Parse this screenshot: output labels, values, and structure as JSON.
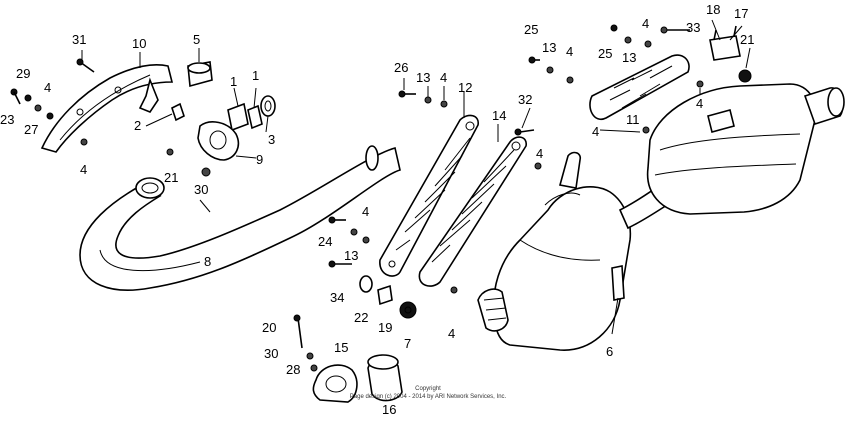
{
  "labels": {
    "l31": "31",
    "l10": "10",
    "l5": "5",
    "l1a": "1",
    "l1b": "1",
    "l29": "29",
    "l4a": "4",
    "l23": "23",
    "l27": "27",
    "l2": "2",
    "l3": "3",
    "l9": "9",
    "l4b": "4",
    "l21a": "21",
    "l30a": "30",
    "l8": "8",
    "l26": "26",
    "l13a": "13",
    "l4c": "4",
    "l12": "12",
    "l14": "14",
    "l32": "32",
    "l4d": "4",
    "l25a": "25",
    "l13b": "13",
    "l4e": "4",
    "l25b": "25",
    "l13c": "13",
    "l4f": "4",
    "l33": "33",
    "l18": "18",
    "l17": "17",
    "l21b": "21",
    "l4g": "4",
    "l11": "11",
    "l4h": "4",
    "l24": "24",
    "l4i": "4",
    "l13d": "13",
    "l34": "34",
    "l22": "22",
    "l19": "19",
    "l7": "7",
    "l4j": "4",
    "l6": "6",
    "l20": "20",
    "l30b": "30",
    "l28": "28",
    "l15": "15",
    "l16": "16"
  },
  "copyright": {
    "line1": "Copyright",
    "line2": "Page design (c) 2004 - 2014 by ARI Network Services, Inc."
  }
}
